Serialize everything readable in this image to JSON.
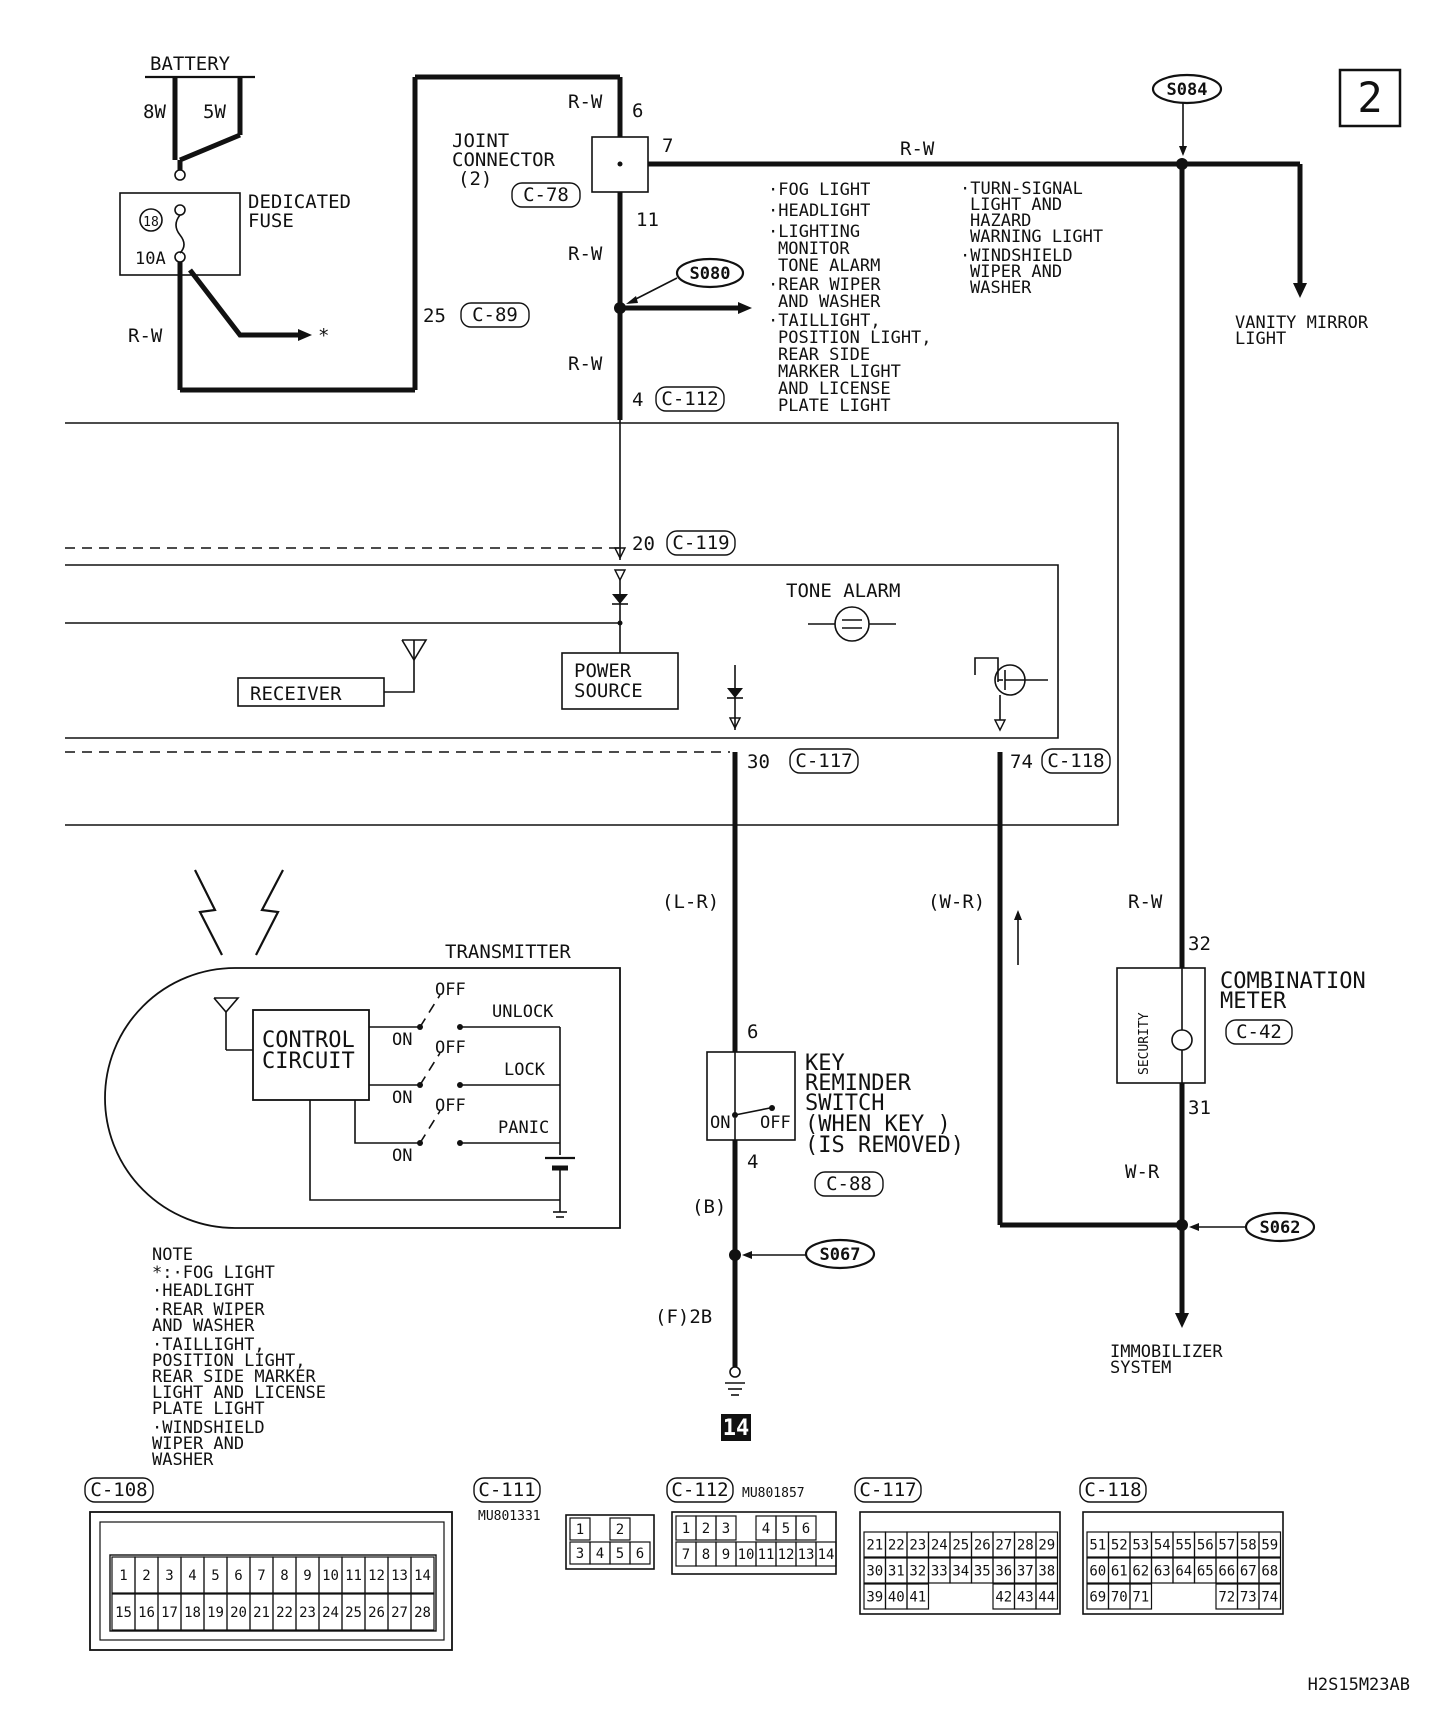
{
  "page_number": "2",
  "diagram_code": "H2S15M23AB",
  "battery": {
    "label": "BATTERY",
    "wire_8w": "8W",
    "wire_5w": "5W"
  },
  "fuse": {
    "label": "DEDICATED\nFUSE",
    "number": "18",
    "rating": "10A"
  },
  "joint_connector": {
    "label": "JOINT\nCONNECTOR\n(2)",
    "code": "C-78",
    "pin_in": "6",
    "pin_out": "7",
    "pin_down": "11"
  },
  "wires": {
    "rw": "R-W",
    "lr": "(L-R)",
    "wr_paren": "(W-R)",
    "wr": "W-R",
    "b": "(B)",
    "f2b": "(F)2B",
    "star": "*"
  },
  "connectors": {
    "c89": {
      "pin": "25",
      "code": "C-89"
    },
    "c112": {
      "pin": "4",
      "code": "C-112"
    },
    "c119": {
      "pin": "20",
      "code": "C-119"
    },
    "c117": {
      "pin": "30",
      "code": "C-117"
    },
    "c118": {
      "pin": "74",
      "code": "C-118"
    }
  },
  "splices": {
    "s080": "S080",
    "s084": "S084",
    "s067": "S067",
    "s062": "S062"
  },
  "s080_list": "·FOG LIGHT\n·HEADLIGHT\n·LIGHTING\n MONITOR\n TONE ALARM\n·REAR WIPER\n AND WASHER\n·TAILLIGHT,\n POSITION LIGHT,\n REAR SIDE\n MARKER LIGHT\n AND LICENSE\n PLATE LIGHT",
  "s080_list2": "·TURN-SIGNAL\n LIGHT AND\n HAZARD\n WARNING LIGHT\n·WINDSHIELD\n WIPER AND\n WASHER",
  "vanity_mirror": "VANITY MIRROR\nLIGHT",
  "etacs": {
    "tone_alarm": "TONE ALARM",
    "receiver": "RECEIVER",
    "power_source": "POWER\nSOURCE"
  },
  "transmitter": {
    "label": "TRANSMITTER",
    "control_circuit": "CONTROL\nCIRCUIT",
    "on": "ON",
    "off": "OFF",
    "unlock": "UNLOCK",
    "lock": "LOCK",
    "panic": "PANIC"
  },
  "key_switch": {
    "label": "KEY\nREMINDER\nSWITCH\n(WHEN KEY\n(IS REMOVED)",
    "pin_top": "6",
    "pin_bottom": "4",
    "on": "ON",
    "off": "OFF",
    "code": "C-88"
  },
  "combination_meter": {
    "label": "COMBINATION\nMETER",
    "security": "SECURITY",
    "pin_top": "32",
    "pin_bottom": "31",
    "code": "C-42"
  },
  "immobilizer": "IMMOBILIZER\nSYSTEM",
  "ground": "14",
  "note": {
    "title": "NOTE",
    "text": "*:·FOG LIGHT\n  ·HEADLIGHT\n  ·REAR WIPER\n   AND WASHER\n  ·TAILLIGHT,\n   POSITION LIGHT,\n   REAR SIDE MARKER\n   LIGHT AND LICENSE\n   PLATE LIGHT\n  ·WINDSHIELD\n   WIPER AND\n   WASHER"
  },
  "connector_views": {
    "c108": {
      "code": "C-108",
      "row1": [
        "1",
        "2",
        "3",
        "4",
        "5",
        "6",
        "7",
        "8",
        "9",
        "10",
        "11",
        "12",
        "13",
        "14"
      ],
      "row2": [
        "15",
        "16",
        "17",
        "18",
        "19",
        "20",
        "21",
        "22",
        "23",
        "24",
        "25",
        "26",
        "27",
        "28"
      ]
    },
    "c111": {
      "code": "C-111",
      "part": "MU801331",
      "row1": [
        "1",
        "",
        "2"
      ],
      "row2": [
        "3",
        "4",
        "5",
        "6"
      ]
    },
    "c112": {
      "code": "C-112",
      "part": "MU801857",
      "row1": [
        "1",
        "2",
        "3",
        "",
        "4",
        "5",
        "6"
      ],
      "row2": [
        "7",
        "8",
        "9",
        "10",
        "11",
        "12",
        "13",
        "14"
      ]
    },
    "c117": {
      "code": "C-117",
      "row1": [
        "21",
        "22",
        "23",
        "24",
        "25",
        "26",
        "27",
        "28",
        "29"
      ],
      "row2": [
        "30",
        "31",
        "32",
        "33",
        "34",
        "35",
        "36",
        "37",
        "38"
      ],
      "row3": [
        "39",
        "40",
        "41",
        "",
        "",
        "",
        "42",
        "43",
        "44"
      ]
    },
    "c118": {
      "code": "C-118",
      "row1": [
        "51",
        "52",
        "53",
        "54",
        "55",
        "56",
        "57",
        "58",
        "59"
      ],
      "row2": [
        "60",
        "61",
        "62",
        "63",
        "64",
        "65",
        "66",
        "67",
        "68"
      ],
      "row3": [
        "69",
        "70",
        "71",
        "",
        "",
        "",
        "72",
        "73",
        "74"
      ]
    }
  }
}
